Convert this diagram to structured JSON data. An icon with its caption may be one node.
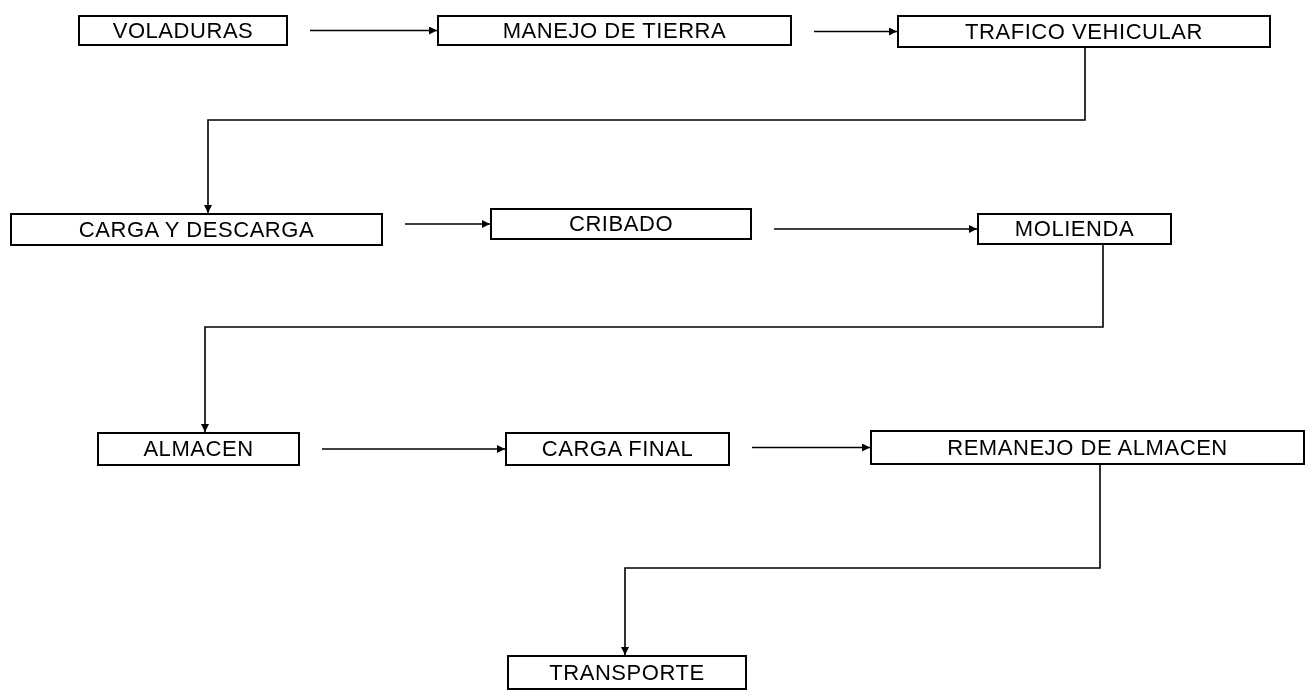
{
  "diagram": {
    "nodes": [
      {
        "text": [
          "VOLADURAS"
        ]
      },
      {
        "text": [
          "MANEJO DE TIERRA"
        ]
      },
      {
        "text": [
          "TRAFICO VEHICULAR"
        ]
      },
      {
        "text": [
          "CARGA Y DESCARGA"
        ]
      },
      {
        "text": [
          "CRIBADO"
        ]
      },
      {
        "text": [
          "MOLIENDA"
        ]
      },
      {
        "text": [
          "ALMACEN"
        ]
      },
      {
        "text": [
          "CARGA FINAL"
        ]
      },
      {
        "text": [
          "REMANEJO DE ALMACEN"
        ]
      },
      {
        "text": [
          "TRANSPORTE"
        ]
      }
    ],
    "edges": [
      {
        "from": 0,
        "to": 1,
        "arrow": "to"
      },
      {
        "from": 1,
        "to": 2,
        "arrow": "to"
      },
      {
        "from": 2,
        "to": 3,
        "arrow": "to"
      },
      {
        "from": 3,
        "to": 4,
        "arrow": "to"
      },
      {
        "from": 4,
        "to": 5,
        "arrow": "to"
      },
      {
        "from": 5,
        "to": 6,
        "arrow": "to"
      },
      {
        "from": 6,
        "to": 7,
        "arrow": "to"
      },
      {
        "from": 7,
        "to": 8,
        "arrow": "to"
      },
      {
        "from": 8,
        "to": 9,
        "arrow": "to"
      }
    ]
  }
}
